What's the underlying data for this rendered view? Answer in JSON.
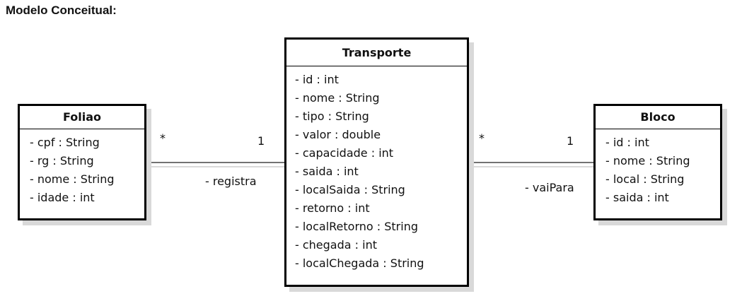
{
  "heading": "Modelo Conceitual:",
  "classes": {
    "foliao": {
      "name": "Foliao",
      "attributes": [
        "- cpf : String",
        "- rg : String",
        "- nome : String",
        "- idade : int"
      ]
    },
    "transporte": {
      "name": "Transporte",
      "attributes": [
        "- id : int",
        "- nome : String",
        "- tipo : String",
        "- valor : double",
        "- capacidade : int",
        "- saida : int",
        "- localSaida : String",
        "- retorno : int",
        "- localRetorno : String",
        "- chegada : int",
        "- localChegada : String"
      ]
    },
    "bloco": {
      "name": "Bloco",
      "attributes": [
        "- id : int",
        "- nome : String",
        "- local : String",
        "- saida : int"
      ]
    }
  },
  "associations": {
    "registra": {
      "name": "- registra",
      "multiplicity_source": "*",
      "multiplicity_target": "1"
    },
    "vaiPara": {
      "name": "- vaiPara",
      "multiplicity_source": "*",
      "multiplicity_target": "1"
    }
  }
}
